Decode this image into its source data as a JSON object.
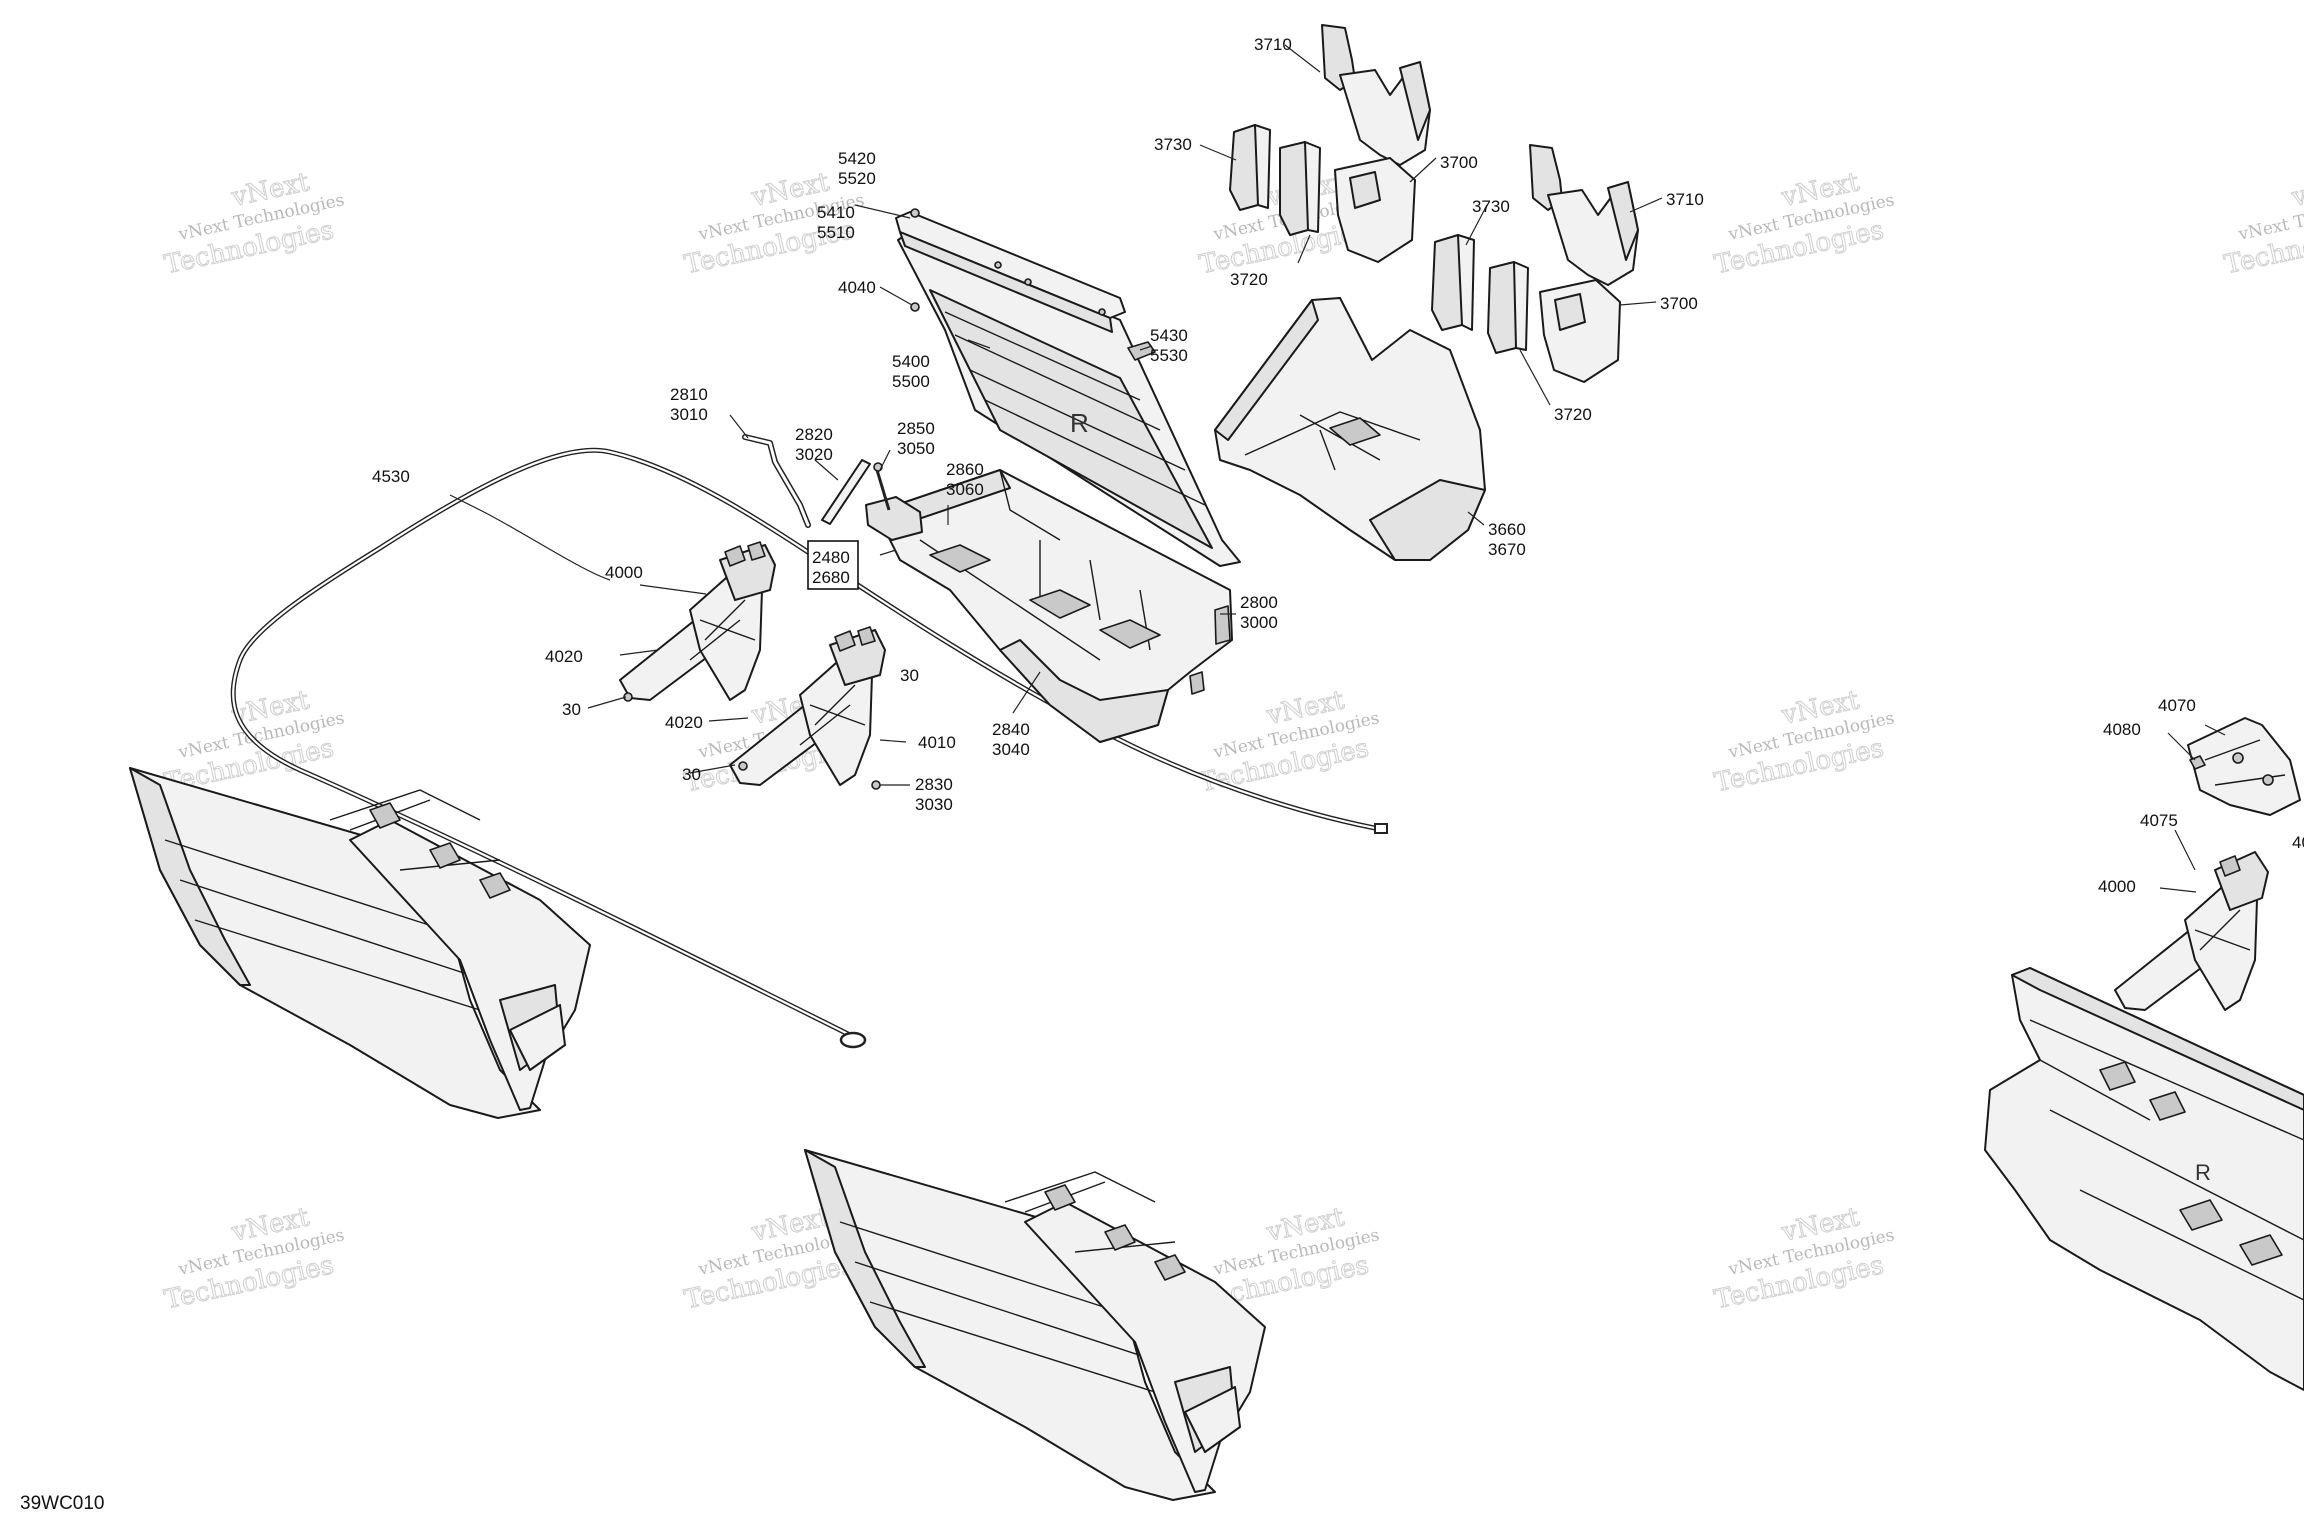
{
  "figure_code": "39WC010",
  "watermark": {
    "line1": "vNext Technologies",
    "line2": "Technologies",
    "stamp": "vNext"
  },
  "callouts": {
    "c5420": "5420",
    "c5520": "5520",
    "c5410": "5410",
    "c5510": "5510",
    "c4040": "4040",
    "c5430": "5430",
    "c5530": "5530",
    "c5400": "5400",
    "c5500": "5500",
    "c2810": "2810",
    "c3010": "3010",
    "c2820": "2820",
    "c3020": "3020",
    "c2850": "2850",
    "c3050": "3050",
    "c2860": "2860",
    "c3060": "3060",
    "c2480": "2480",
    "c2680": "2680",
    "c4530": "4530",
    "c4000a": "4000",
    "c4020a": "4020",
    "c30a": "30",
    "c4020b": "4020",
    "c30b": "30",
    "c30c": "30",
    "c4010": "4010",
    "c2830": "2830",
    "c3030": "3030",
    "c2840": "2840",
    "c3040": "3040",
    "c2800": "2800",
    "c3000": "3000",
    "c3710a": "3710",
    "c3730a": "3730",
    "c3700a": "3700",
    "c3720a": "3720",
    "c3730b": "3730",
    "c3710b": "3710",
    "c3700b": "3700",
    "c3720b": "3720",
    "c3660": "3660",
    "c3670": "3670",
    "c4070": "4070",
    "c4080": "4080",
    "c4075": "4075",
    "c4000b": "4000",
    "c40partial": "40"
  },
  "icons": {
    "box": "cargo-box-assembly-icon",
    "support": "box-support-bracket-icon",
    "cable": "release-cable-icon",
    "organizer": "storage-organizer-icon"
  }
}
